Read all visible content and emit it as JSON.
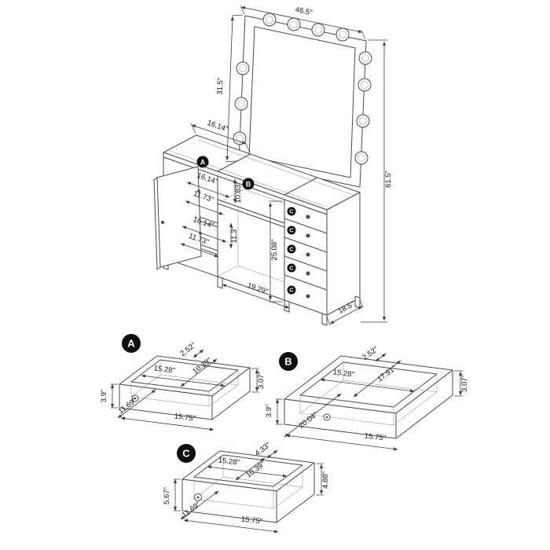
{
  "page": {
    "background": "#ffffff",
    "line_color": "#4a4a4a",
    "text_color": "#141414",
    "marker_color": "#0e0e0e"
  },
  "diagram_title": "lighted-mirror-vanity-dimension-diagram",
  "main_view": {
    "light_bulb_count": 11,
    "dims": {
      "mirror_width": "46.5\"",
      "mirror_height": "31.5\"",
      "overall_height": "61.5\"",
      "top_left_width": "16.14\"",
      "shelf_top_width": "16.14\"",
      "shelf_top_height": "10.83\"",
      "shelf_top_depth": "11.73\"",
      "shelf_bottom_width": "16.14\"",
      "shelf_bottom_height": "11.3\"",
      "shelf_bottom_depth": "11.73\"",
      "drawer_bank_height": "25.08\"",
      "kneehole_width": "19.29\"",
      "overall_depth": "18.5\""
    },
    "markers": {
      "door": "A",
      "center": "B",
      "stack": [
        "C",
        "C",
        "C",
        "C",
        "C"
      ]
    }
  },
  "detail_views": [
    {
      "label": "A",
      "dims": {
        "lip": "2.52\"",
        "inner_width": "15.28\"",
        "inner_depth": "10.39\"",
        "side_height": "3.9\"",
        "front_height": "3.07\"",
        "outer_width": "15.75\"",
        "outer_depth": "11.69\""
      }
    },
    {
      "label": "B",
      "dims": {
        "lip": "2.52\"",
        "inner_width": "15.28\"",
        "inner_depth": "17.91\"",
        "side_height": "3.9\"",
        "front_height": "3.07\"",
        "outer_width": "15.75\"",
        "outer_depth": "20.04\""
      }
    },
    {
      "label": "C",
      "dims": {
        "lip": "4.33\"",
        "inner_width": "15.28\"",
        "inner_depth": "10.39\"",
        "side_height": "5.67\"",
        "front_height": "4.88\"",
        "outer_width": "15.75\"",
        "outer_depth": "11.69\""
      }
    }
  ]
}
